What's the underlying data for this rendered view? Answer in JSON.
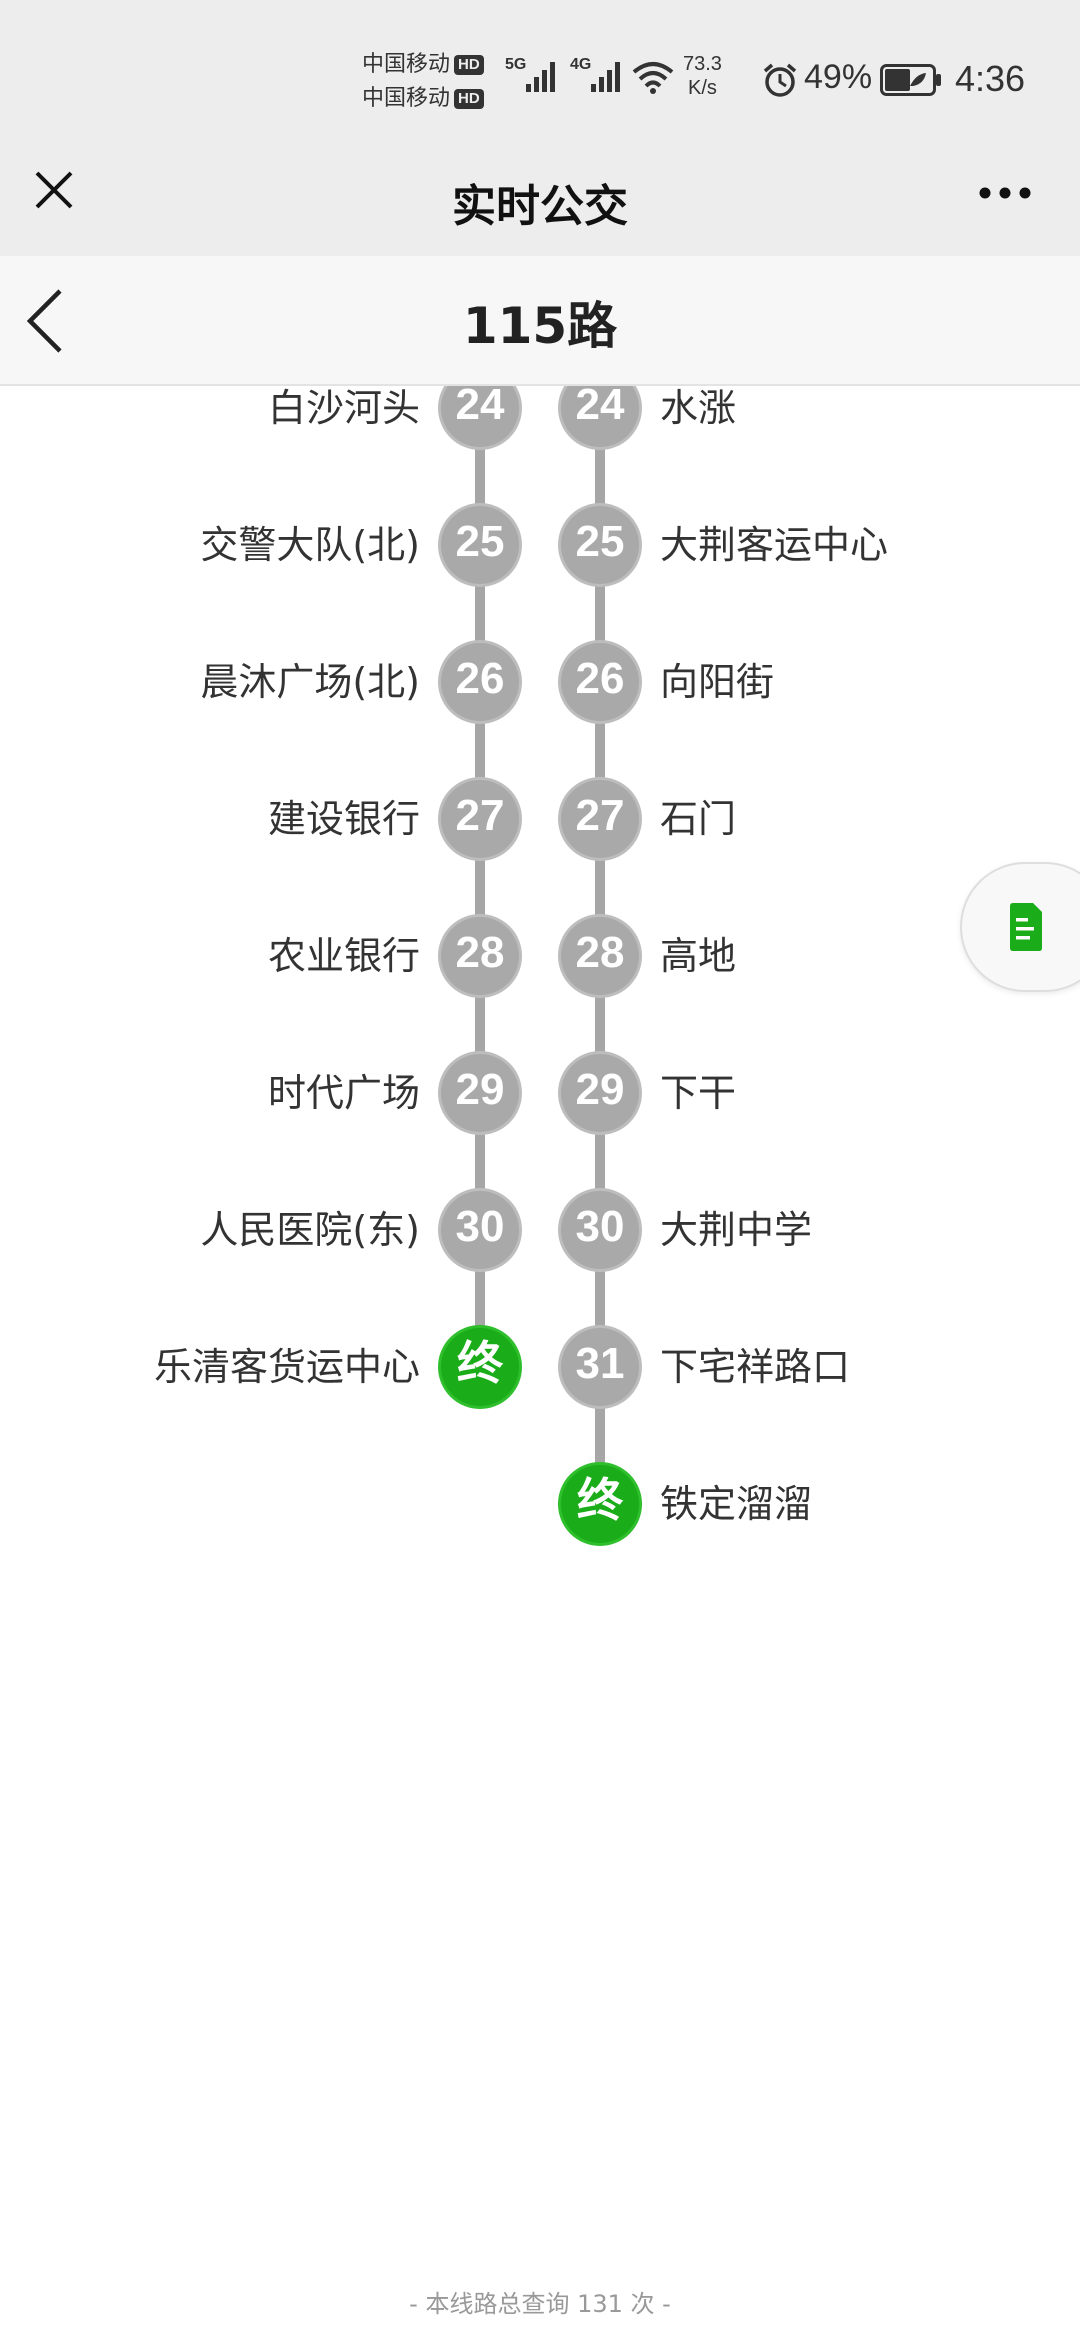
{
  "status_bar": {
    "carrier1": "中国移动",
    "carrier2": "中国移动",
    "hd_badge": "HD",
    "network1": "5G",
    "network2": "4G",
    "speed_value": "73.3",
    "speed_unit": "K/s",
    "battery": "49%",
    "time": "4:36"
  },
  "title_bar": {
    "title": "实时公交"
  },
  "route": {
    "name": "115路"
  },
  "left_stops": [
    {
      "num": "24",
      "name": "白沙河头"
    },
    {
      "num": "25",
      "name": "交警大队(北)"
    },
    {
      "num": "26",
      "name": "晨沐广场(北)"
    },
    {
      "num": "27",
      "name": "建设银行"
    },
    {
      "num": "28",
      "name": "农业银行"
    },
    {
      "num": "29",
      "name": "时代广场"
    },
    {
      "num": "30",
      "name": "人民医院(东)"
    },
    {
      "num": "终",
      "name": "乐清客货运中心",
      "terminal": true
    }
  ],
  "right_stops": [
    {
      "num": "24",
      "name": "水涨"
    },
    {
      "num": "25",
      "name": "大荆客运中心"
    },
    {
      "num": "26",
      "name": "向阳街"
    },
    {
      "num": "27",
      "name": "石门"
    },
    {
      "num": "28",
      "name": "高地"
    },
    {
      "num": "29",
      "name": "下干"
    },
    {
      "num": "30",
      "name": "大荆中学"
    },
    {
      "num": "31",
      "name": "下宅祥路口"
    },
    {
      "num": "终",
      "name": "铁定溜溜",
      "terminal": true
    }
  ],
  "colors": {
    "terminal": "#1aad19",
    "stop": "#a9a9a9",
    "line": "#a6a6a6"
  },
  "footer": {
    "query_note": "- 本线路总查询 131 次 -"
  }
}
